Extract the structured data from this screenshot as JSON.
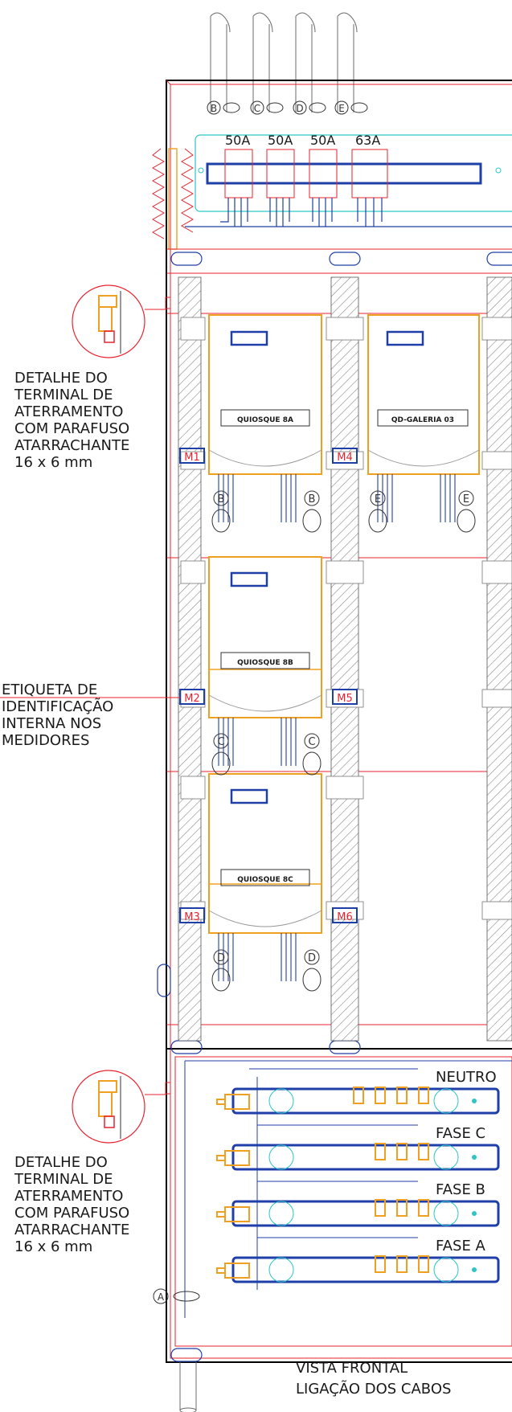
{
  "cable_ids": [
    "B",
    "C",
    "D",
    "E"
  ],
  "breakers": [
    "50A",
    "50A",
    "50A",
    "63A"
  ],
  "meters": [
    {
      "tag": "QUIOSQUE 8A",
      "pos": "M1"
    },
    {
      "tag": "QD-GALERIA 03",
      "pos": "M4"
    },
    {
      "tag": "QUIOSQUE 8B",
      "pos": "M2"
    },
    {
      "tag": "QUIOSQUE 8C",
      "pos": "M3"
    }
  ],
  "position_tags": [
    "M1",
    "M2",
    "M3",
    "M4",
    "M5",
    "M6"
  ],
  "meter_cable_labels": [
    "B",
    "B",
    "E",
    "E",
    "C",
    "C",
    "D",
    "D"
  ],
  "bus_bars": [
    "NEUTRO",
    "FASE C",
    "FASE B",
    "FASE A"
  ],
  "incoming_cable": "A",
  "notes": {
    "detail_top": [
      "DETALHE DO",
      "TERMINAL DE",
      "ATERRAMENTO",
      "COM PARAFUSO",
      "ATARRACHANTE",
      "16 x 6 mm"
    ],
    "label_note": [
      "ETIQUETA DE",
      "IDENTIFICAÇÃO",
      "INTERNA NOS",
      "MEDIDORES"
    ],
    "detail_bottom": [
      "DETALHE DO",
      "TERMINAL DE",
      "ATERRAMENTO",
      "COM PARAFUSO",
      "ATARRACHANTE",
      "16 x 6 mm"
    ]
  },
  "caption": [
    "VISTA FRONTAL",
    "LIGAÇÃO DOS CABOS"
  ],
  "colors": {
    "frame": "#000000",
    "red": "#e8232f",
    "blue": "#1f3fa8",
    "orange": "#f0a020",
    "cyan": "#2cc6c6",
    "hatch": "#8a8a8a"
  }
}
